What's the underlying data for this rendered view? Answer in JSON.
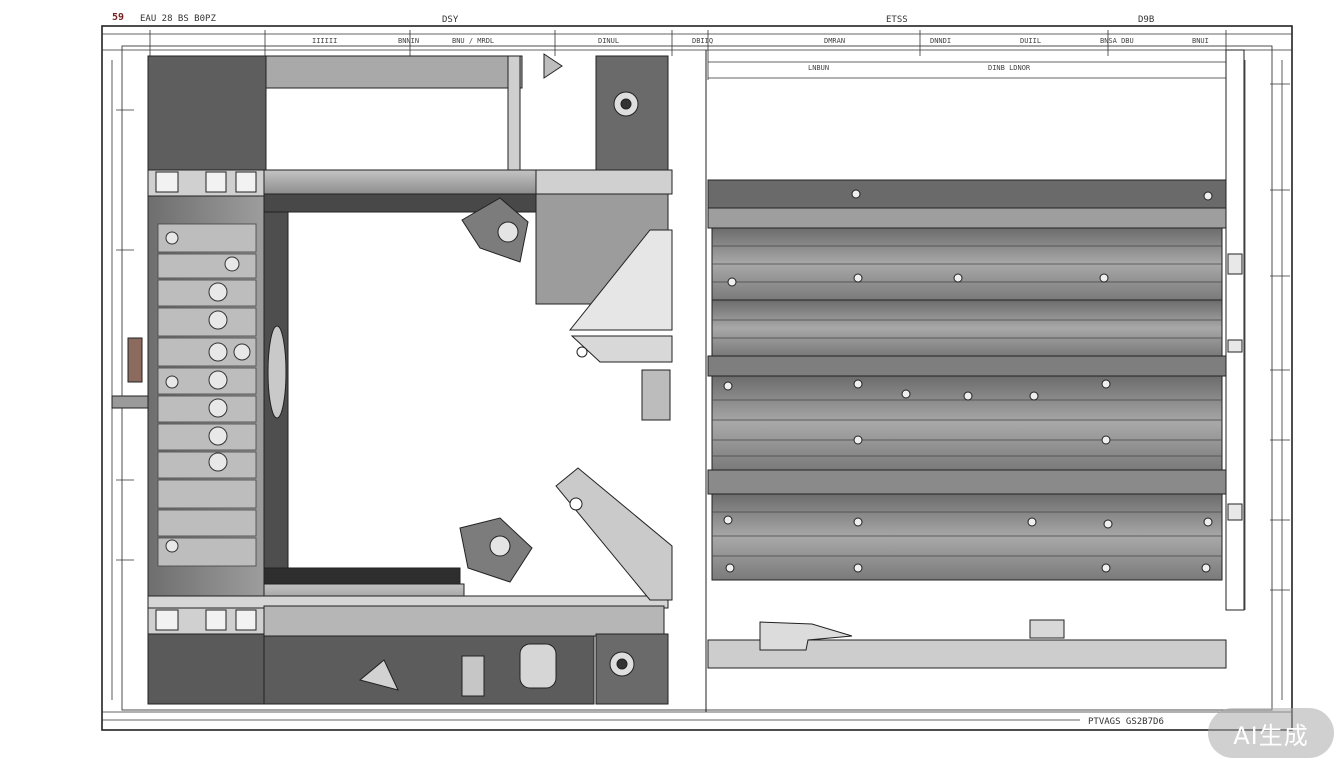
{
  "drawing": {
    "title_block": {
      "sheet_code": "59",
      "corner_label": "EAU 28 BS B0PZ",
      "top_marks": [
        "DSY",
        "ETSS",
        "D9B"
      ],
      "bottom_right_label": "PTVAGS GS2B7D6"
    },
    "colors": {
      "panel_dark": "#5a5a5a",
      "panel_mid": "#8a8a8a",
      "panel_light": "#b9b9b9",
      "line": "#222222",
      "background": "#ffffff"
    }
  },
  "watermark": {
    "text": "AI生成"
  }
}
